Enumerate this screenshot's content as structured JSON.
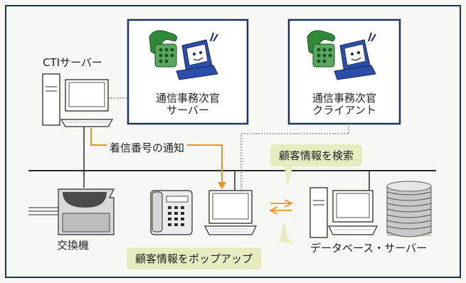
{
  "labels": {
    "cti_server": "CTIサーバー",
    "app_server_line1": "通信事務次官",
    "app_server_line2": "サーバー",
    "app_client_line1": "通信事務次官",
    "app_client_line2": "クライアント",
    "caller_notification": "着信番号の通知",
    "customer_search": "顧客情報を検索",
    "pbx": "交換機",
    "popup": "顧客情報をポップアップ",
    "db_server": "データベース・サーバー"
  },
  "colors": {
    "frame": "#1c3260",
    "network_line": "#2a2a2a",
    "arrow_orange": "#e8941e",
    "callout_fill": "#e8ebbf",
    "mascot_phone": "#2e8b3a",
    "mascot_laptop": "#2b4fa8"
  },
  "icons": [
    "cti-server-computer-icon",
    "mascot-server-icon",
    "mascot-client-icon",
    "pbx-switch-icon",
    "telephone-icon",
    "client-laptop-icon",
    "db-server-computer-icon",
    "disk-storage-icon",
    "bidirectional-arrow-icon"
  ]
}
